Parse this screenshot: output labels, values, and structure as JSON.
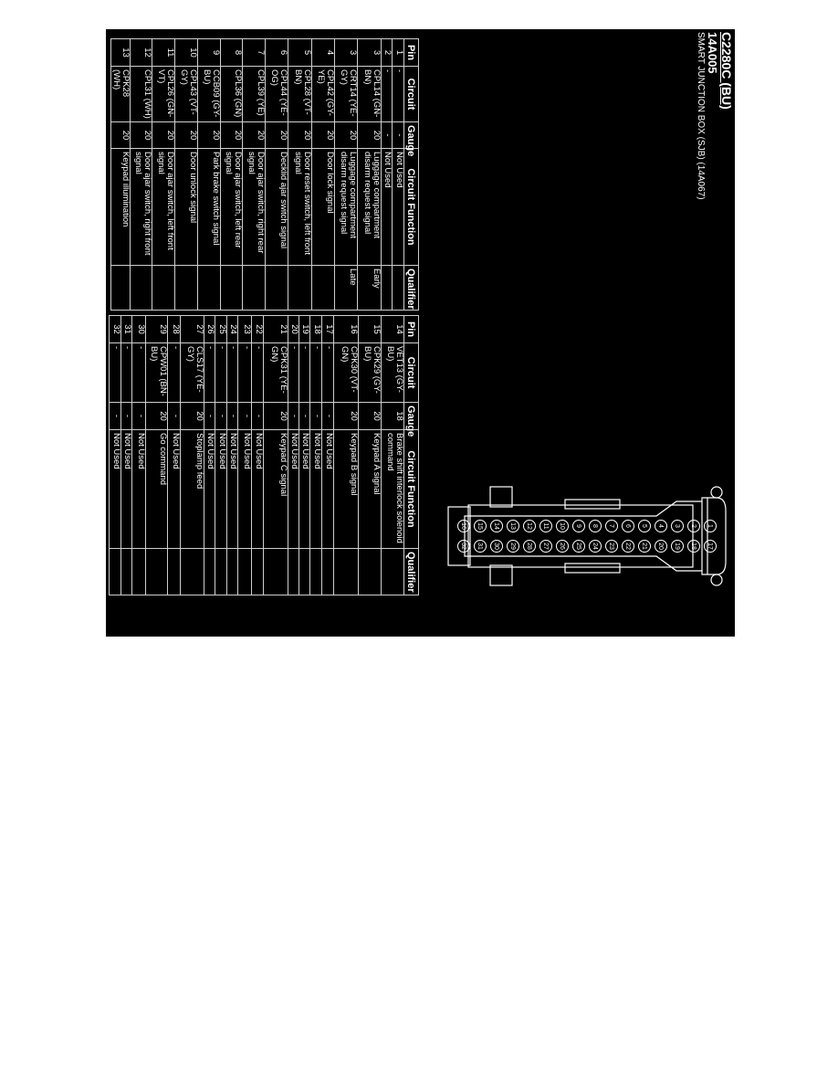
{
  "header": {
    "connector_id": "C2280C (BU)",
    "part_number": "14A005",
    "description": "SMART JUNCTION BOX (SJB) (14A067)"
  },
  "table_headers": {
    "pin": "Pin",
    "circuit": "Circuit",
    "gauge": "Gauge",
    "function": "Circuit Function",
    "qualifier": "Qualifier"
  },
  "table_1": {
    "rows": [
      {
        "pin": "1",
        "circuit": "-",
        "gauge": "-",
        "function": "Not Used",
        "qualifier": ""
      },
      {
        "pin": "2",
        "circuit": "-",
        "gauge": "-",
        "function": "Not Used",
        "qualifier": ""
      },
      {
        "pin": "3",
        "circuit": "CPL14 (GN-BN)",
        "gauge": "20",
        "function": "Luggage compartment disarm request signal",
        "qualifier": "Early"
      },
      {
        "pin": "3",
        "circuit": "CRT14 (YE-GY)",
        "gauge": "20",
        "function": "Luggage compartment disarm request signal",
        "qualifier": "Late"
      },
      {
        "pin": "4",
        "circuit": "CPL42 (GY-YE)",
        "gauge": "20",
        "function": "Door lock signal",
        "qualifier": ""
      },
      {
        "pin": "5",
        "circuit": "CPL28 (VT-BN)",
        "gauge": "20",
        "function": "Door reset switch, left front signal",
        "qualifier": ""
      },
      {
        "pin": "6",
        "circuit": "CPL44 (YE-OG)",
        "gauge": "20",
        "function": "Decklid ajar switch signal",
        "qualifier": ""
      },
      {
        "pin": "7",
        "circuit": "CPL39 (YE)",
        "gauge": "20",
        "function": "Door ajar switch, right rear signal",
        "qualifier": ""
      },
      {
        "pin": "8",
        "circuit": "CPL36 (GN)",
        "gauge": "20",
        "function": "Door ajar switch, left rear signal",
        "qualifier": ""
      },
      {
        "pin": "9",
        "circuit": "CCB09 (GY-BU)",
        "gauge": "20",
        "function": "Park brake switch signal",
        "qualifier": ""
      },
      {
        "pin": "10",
        "circuit": "CPL43 (VT-GY)",
        "gauge": "20",
        "function": "Door unlock signal",
        "qualifier": ""
      },
      {
        "pin": "11",
        "circuit": "CPL26 (GN-VT)",
        "gauge": "20",
        "function": "Door ajar switch, left front signal",
        "qualifier": ""
      },
      {
        "pin": "12",
        "circuit": "CPL31 (WH)",
        "gauge": "20",
        "function": "Door ajar switch, right front signal",
        "qualifier": ""
      },
      {
        "pin": "13",
        "circuit": "CPK28 (WH)",
        "gauge": "20",
        "function": "Keypad illumination",
        "qualifier": ""
      }
    ]
  },
  "table_2": {
    "rows": [
      {
        "pin": "14",
        "circuit": "VET13 (GY-BU)",
        "gauge": "18",
        "function": "Brake shift interlock solenoid command",
        "qualifier": ""
      },
      {
        "pin": "15",
        "circuit": "CPK29 (GY-BU)",
        "gauge": "20",
        "function": "Keypad A signal",
        "qualifier": ""
      },
      {
        "pin": "16",
        "circuit": "CPK30 (VT-GN)",
        "gauge": "20",
        "function": "Keypad B signal",
        "qualifier": ""
      },
      {
        "pin": "17",
        "circuit": "-",
        "gauge": "-",
        "function": "Not Used",
        "qualifier": ""
      },
      {
        "pin": "18",
        "circuit": "-",
        "gauge": "-",
        "function": "Not Used",
        "qualifier": ""
      },
      {
        "pin": "19",
        "circuit": "-",
        "gauge": "-",
        "function": "Not Used",
        "qualifier": ""
      },
      {
        "pin": "20",
        "circuit": "-",
        "gauge": "-",
        "function": "Not Used",
        "qualifier": ""
      },
      {
        "pin": "21",
        "circuit": "CPK31 (YE-GN)",
        "gauge": "20",
        "function": "Keypad C signal",
        "qualifier": ""
      },
      {
        "pin": "22",
        "circuit": "-",
        "gauge": "-",
        "function": "Not Used",
        "qualifier": ""
      },
      {
        "pin": "23",
        "circuit": "-",
        "gauge": "-",
        "function": "Not Used",
        "qualifier": ""
      },
      {
        "pin": "24",
        "circuit": "-",
        "gauge": "-",
        "function": "Not Used",
        "qualifier": ""
      },
      {
        "pin": "25",
        "circuit": "-",
        "gauge": "-",
        "function": "Not Used",
        "qualifier": ""
      },
      {
        "pin": "26",
        "circuit": "-",
        "gauge": "-",
        "function": "Not Used",
        "qualifier": ""
      },
      {
        "pin": "27",
        "circuit": "CLS17 (YE-GY)",
        "gauge": "20",
        "function": "Stoplamp feed",
        "qualifier": ""
      },
      {
        "pin": "28",
        "circuit": "-",
        "gauge": "-",
        "function": "Not Used",
        "qualifier": ""
      },
      {
        "pin": "29",
        "circuit": "CPW01 (BN-BU)",
        "gauge": "20",
        "function": "Go command",
        "qualifier": ""
      },
      {
        "pin": "30",
        "circuit": "-",
        "gauge": "-",
        "function": "Not Used",
        "qualifier": ""
      },
      {
        "pin": "31",
        "circuit": "-",
        "gauge": "-",
        "function": "Not Used",
        "qualifier": ""
      },
      {
        "pin": "32",
        "circuit": "-",
        "gauge": "-",
        "function": "Not Used",
        "qualifier": ""
      }
    ]
  },
  "connector_diagram": {
    "top_row_pins": [
      "1",
      "2",
      "3",
      "4",
      "5",
      "6",
      "7",
      "8",
      "9",
      "10",
      "11",
      "12",
      "13",
      "14",
      "15",
      "16"
    ],
    "bottom_row_pins": [
      "17",
      "18",
      "19",
      "20",
      "21",
      "22",
      "23",
      "24",
      "25",
      "26",
      "27",
      "28",
      "29",
      "30",
      "31",
      "32"
    ]
  },
  "colors": {
    "background": "#000000",
    "foreground": "#ffffff",
    "grid": "#cfcfcf",
    "page": "#ffffff"
  }
}
